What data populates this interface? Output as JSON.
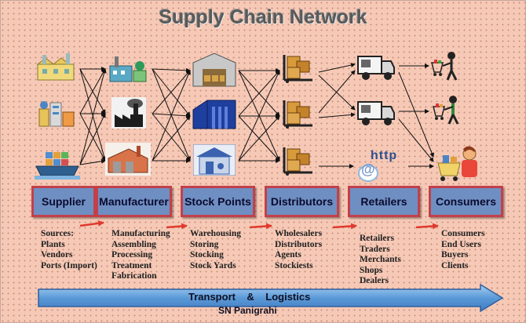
{
  "title": "Supply Chain Network",
  "stages": [
    {
      "label": "Supplier",
      "items": [
        "Sources:",
        "Plants",
        "Vendors",
        "Ports (Import)"
      ]
    },
    {
      "label": "Manufacturer",
      "items": [
        "Manufacturing",
        "Assembling",
        "Processing",
        "Treatment",
        "Fabrication"
      ]
    },
    {
      "label": "Stock Points",
      "items": [
        "Warehousing",
        "Storing",
        "Stocking",
        "Stock Yards"
      ]
    },
    {
      "label": "Distributors",
      "items": [
        "Wholesalers",
        "Distributors",
        "Agents",
        "Stockiests"
      ]
    },
    {
      "label": "Retailers",
      "items": [
        "Retailers",
        "Traders",
        "Merchants",
        "Shops",
        "Dealers"
      ]
    },
    {
      "label": "Consumers",
      "items": [
        "Consumers",
        "End Users",
        "Buyers",
        "Clients"
      ]
    }
  ],
  "internet_label": "http",
  "internet_symbol": "@",
  "band": {
    "left": "Transport",
    "amp": "&",
    "right": "Logistics"
  },
  "author": "SN Panigrahi",
  "colors": {
    "background": "#f6c9b6",
    "stage_fill": "#6f8fc3",
    "stage_border": "#c2404a",
    "band": "#6aa6e0",
    "link": "#111111",
    "red_arrow": "#e03a2e"
  },
  "icons": [
    "factory-icon",
    "plant-icon",
    "cargo-ship-icon",
    "industrial-plant-icon",
    "smokestack-factory-icon",
    "assembly-plant-icon",
    "warehouse-icon",
    "warehouse-building-icon",
    "storage-depot-icon",
    "boxes-hand-truck-icon",
    "delivery-truck-icon",
    "shopping-cart-person-icon",
    "internet-http-icon",
    "consumer-with-cart-icon"
  ]
}
